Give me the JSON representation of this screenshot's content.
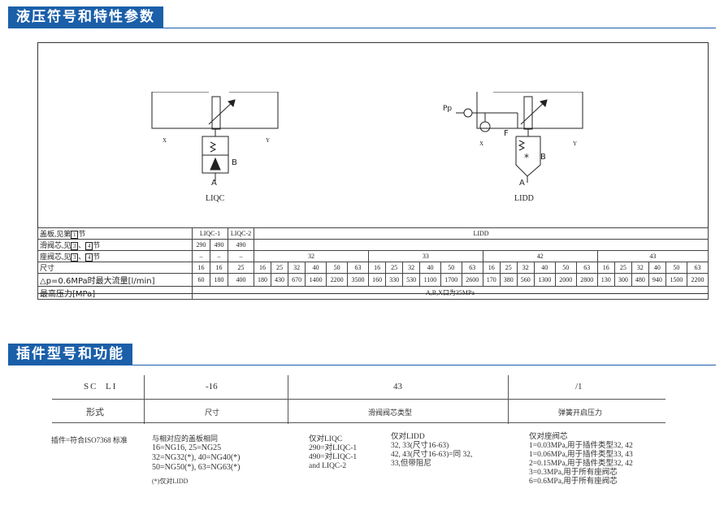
{
  "section1": {
    "title": "液压符号和特性参数"
  },
  "section2": {
    "title": "插件型号和功能"
  },
  "diagram_left": {
    "label": "LIQC",
    "port_x": "X",
    "port_y": "Y",
    "port_a": "A",
    "port_b": "B"
  },
  "diagram_right": {
    "label": "LIDD",
    "port_x": "X",
    "port_y": "Y",
    "port_a": "A",
    "port_b": "B",
    "port_p": "Pp",
    "port_f": "F",
    "star": "*"
  },
  "spec": {
    "row_cover": {
      "label": "盖板,见第",
      "ref": "1",
      "suffix": "节",
      "c1": "LIQC-1",
      "c2": "LIQC-2",
      "c3": "LIDD"
    },
    "row_slide": {
      "label": "滑阀芯,见",
      "ref1": "3",
      "sep": "、",
      "ref2": "4",
      "suffix": "节",
      "v": [
        "290",
        "490",
        "490"
      ]
    },
    "row_seat": {
      "label": "座阀芯,见",
      "ref1": "3",
      "sep": "、",
      "ref2": "4",
      "suffix": "节",
      "v": [
        "–",
        "–",
        "–"
      ],
      "groups": [
        "32",
        "33",
        "42",
        "43"
      ]
    },
    "row_size": {
      "label": "尺寸",
      "liqc": [
        "16",
        "16",
        "25"
      ],
      "lidd": [
        "16",
        "25",
        "32",
        "40",
        "50",
        "63",
        "16",
        "25",
        "32",
        "40",
        "50",
        "63",
        "16",
        "25",
        "32",
        "40",
        "50",
        "63",
        "16",
        "25",
        "32",
        "40",
        "50",
        "63"
      ]
    },
    "row_flow": {
      "label": "△p=0.6MPa时最大流量[l/min]",
      "liqc": [
        "60",
        "180",
        "400"
      ],
      "lidd": [
        "180",
        "430",
        "670",
        "1400",
        "2200",
        "3500",
        "160",
        "330",
        "530",
        "1100",
        "1700",
        "2600",
        "170",
        "380",
        "560",
        "1300",
        "2000",
        "2800",
        "130",
        "300",
        "480",
        "940",
        "1500",
        "2200"
      ]
    },
    "row_press": {
      "label": "最高压力[MPa]",
      "value": "A,B,X口为35MPa"
    }
  },
  "order": {
    "code": [
      "SC",
      "LI",
      "-16",
      "43",
      "/1"
    ],
    "head": [
      "形式",
      "尺寸",
      "滑阀阀芯类型",
      "弹簧开启压力"
    ],
    "col1": "插件=符合ISO7368 标准",
    "col2_title": "与相对应的盖板相同",
    "col2_lines": [
      "16=NG16, 25=NG25",
      "32=NG32(*), 40=NG40(*)",
      "50=NG50(*), 63=NG63(*)"
    ],
    "col2_note": "(*)仅对LIDD",
    "col3a_lines": [
      "仅对LIQC",
      "290=对LIQC-1",
      "490=对LIQC-1",
      "and LIQC-2"
    ],
    "col3b_lines": [
      "仅对LIDD",
      "32, 33(尺寸16-63)",
      "42, 43(尺寸16-63)=同 32,",
      "33,但带阻尼"
    ],
    "col4_lines": [
      "仅对座阀芯",
      "1=0.03MPa,用于插件类型32, 42",
      "1=0.06MPa,用于插件类型33, 43",
      "2=0.15MPa,用于插件类型32, 42",
      "3=0.3MPa,用于所有座阀芯",
      "6=0.6MPa,用于所有座阀芯"
    ]
  },
  "colors": {
    "header_bg": "#1b5fa9"
  }
}
